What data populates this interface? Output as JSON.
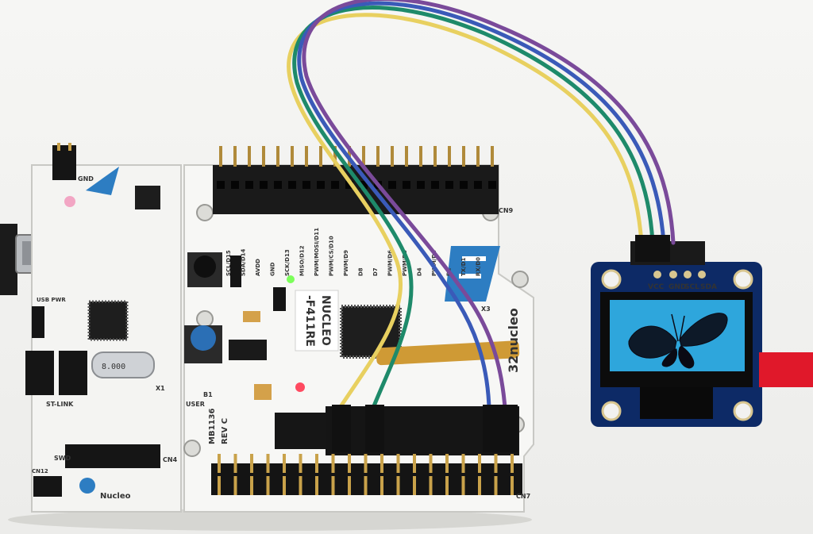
{
  "board": {
    "chip_label_line1": "NUCLEO",
    "chip_label_line2": "-F411RE",
    "brand_text": "32nucleo",
    "stlink_label": "ST-LINK",
    "nucleo_text": "Nucleo",
    "crystal_marking": "8.000",
    "tag_right": "CN9",
    "tag_cn7": "CN7",
    "tag_cn4": "CN4",
    "tag_cn12": "CN12",
    "tag_swd": "SWD",
    "tag_user": "USER",
    "tag_b1": "B1",
    "tag_x1": "X1",
    "tag_x3": "X3",
    "tag_usb_pwr": "USB PWR",
    "tag_gnd": "GND",
    "tag_revc": "REV C",
    "tag_mb": "MB1136",
    "header_labels": [
      "SCL/D15",
      "SDA/D14",
      "AVDD",
      "GND",
      "SCK/D13",
      "MISO/D12",
      "PWM/MOSI/D11",
      "PWM/CS/D10",
      "PWM/D9",
      "D8",
      "D7",
      "PWM/D6",
      "PWM/D5",
      "D4",
      "PWM/D3",
      "D2",
      "TX/D1",
      "RX/D0"
    ]
  },
  "oled": {
    "pin_labels": [
      "VCC",
      "GND",
      "SCL",
      "SDA"
    ],
    "screen_color": "#2ea6dc",
    "pcb_color": "#0d2a66"
  },
  "wires": {
    "colors": [
      "#e8d060",
      "#1e8a6a",
      "#3a5ab8",
      "#7a4a9a"
    ]
  }
}
